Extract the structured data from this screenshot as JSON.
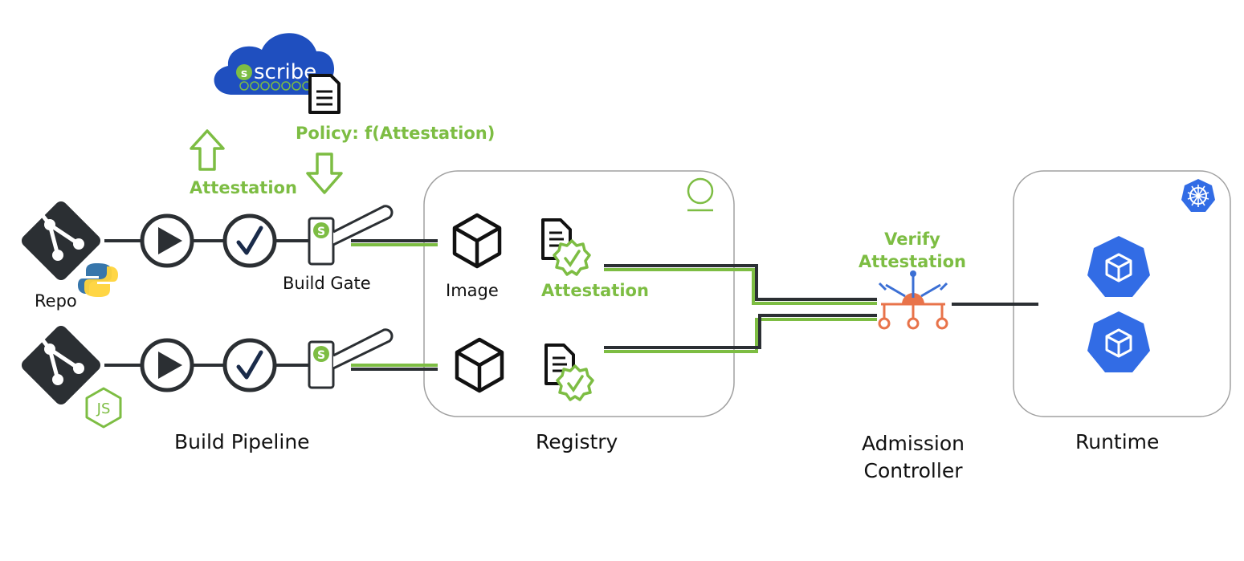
{
  "colors": {
    "accent_green": "#7dbd43",
    "dark": "#2b2f33",
    "scribe_blue": "#1f4fbf",
    "k8s_blue": "#326ce5",
    "admission_orange": "#e8734a",
    "admission_blue": "#3b6fd4"
  },
  "scribe": {
    "logo_text": "scribe",
    "policy_label": "Policy: f(Attestation)",
    "attestation_up_label": "Attestation"
  },
  "pipeline": {
    "repo_label": "Repo",
    "build_gate_label": "Build Gate",
    "section_label": "Build Pipeline",
    "gate_badge": "S",
    "nodejs_badge": "JS"
  },
  "registry": {
    "image_label": "Image",
    "attestation_label": "Attestation",
    "section_label": "Registry"
  },
  "admission": {
    "verify_label_line1": "Verify",
    "verify_label_line2": "Attestation",
    "section_label_line1": "Admission",
    "section_label_line2": "Controller"
  },
  "runtime": {
    "section_label": "Runtime"
  },
  "icons": [
    "git-icon",
    "python-icon",
    "nodejs-icon",
    "play-icon",
    "check-icon",
    "build-gate-icon",
    "cube-icon",
    "certified-document-icon",
    "document-icon",
    "cloud-icon",
    "arrow-up-icon",
    "arrow-down-icon",
    "oci-icon",
    "kubernetes-icon",
    "kubernetes-pod-icon",
    "admission-hierarchy-icon"
  ]
}
